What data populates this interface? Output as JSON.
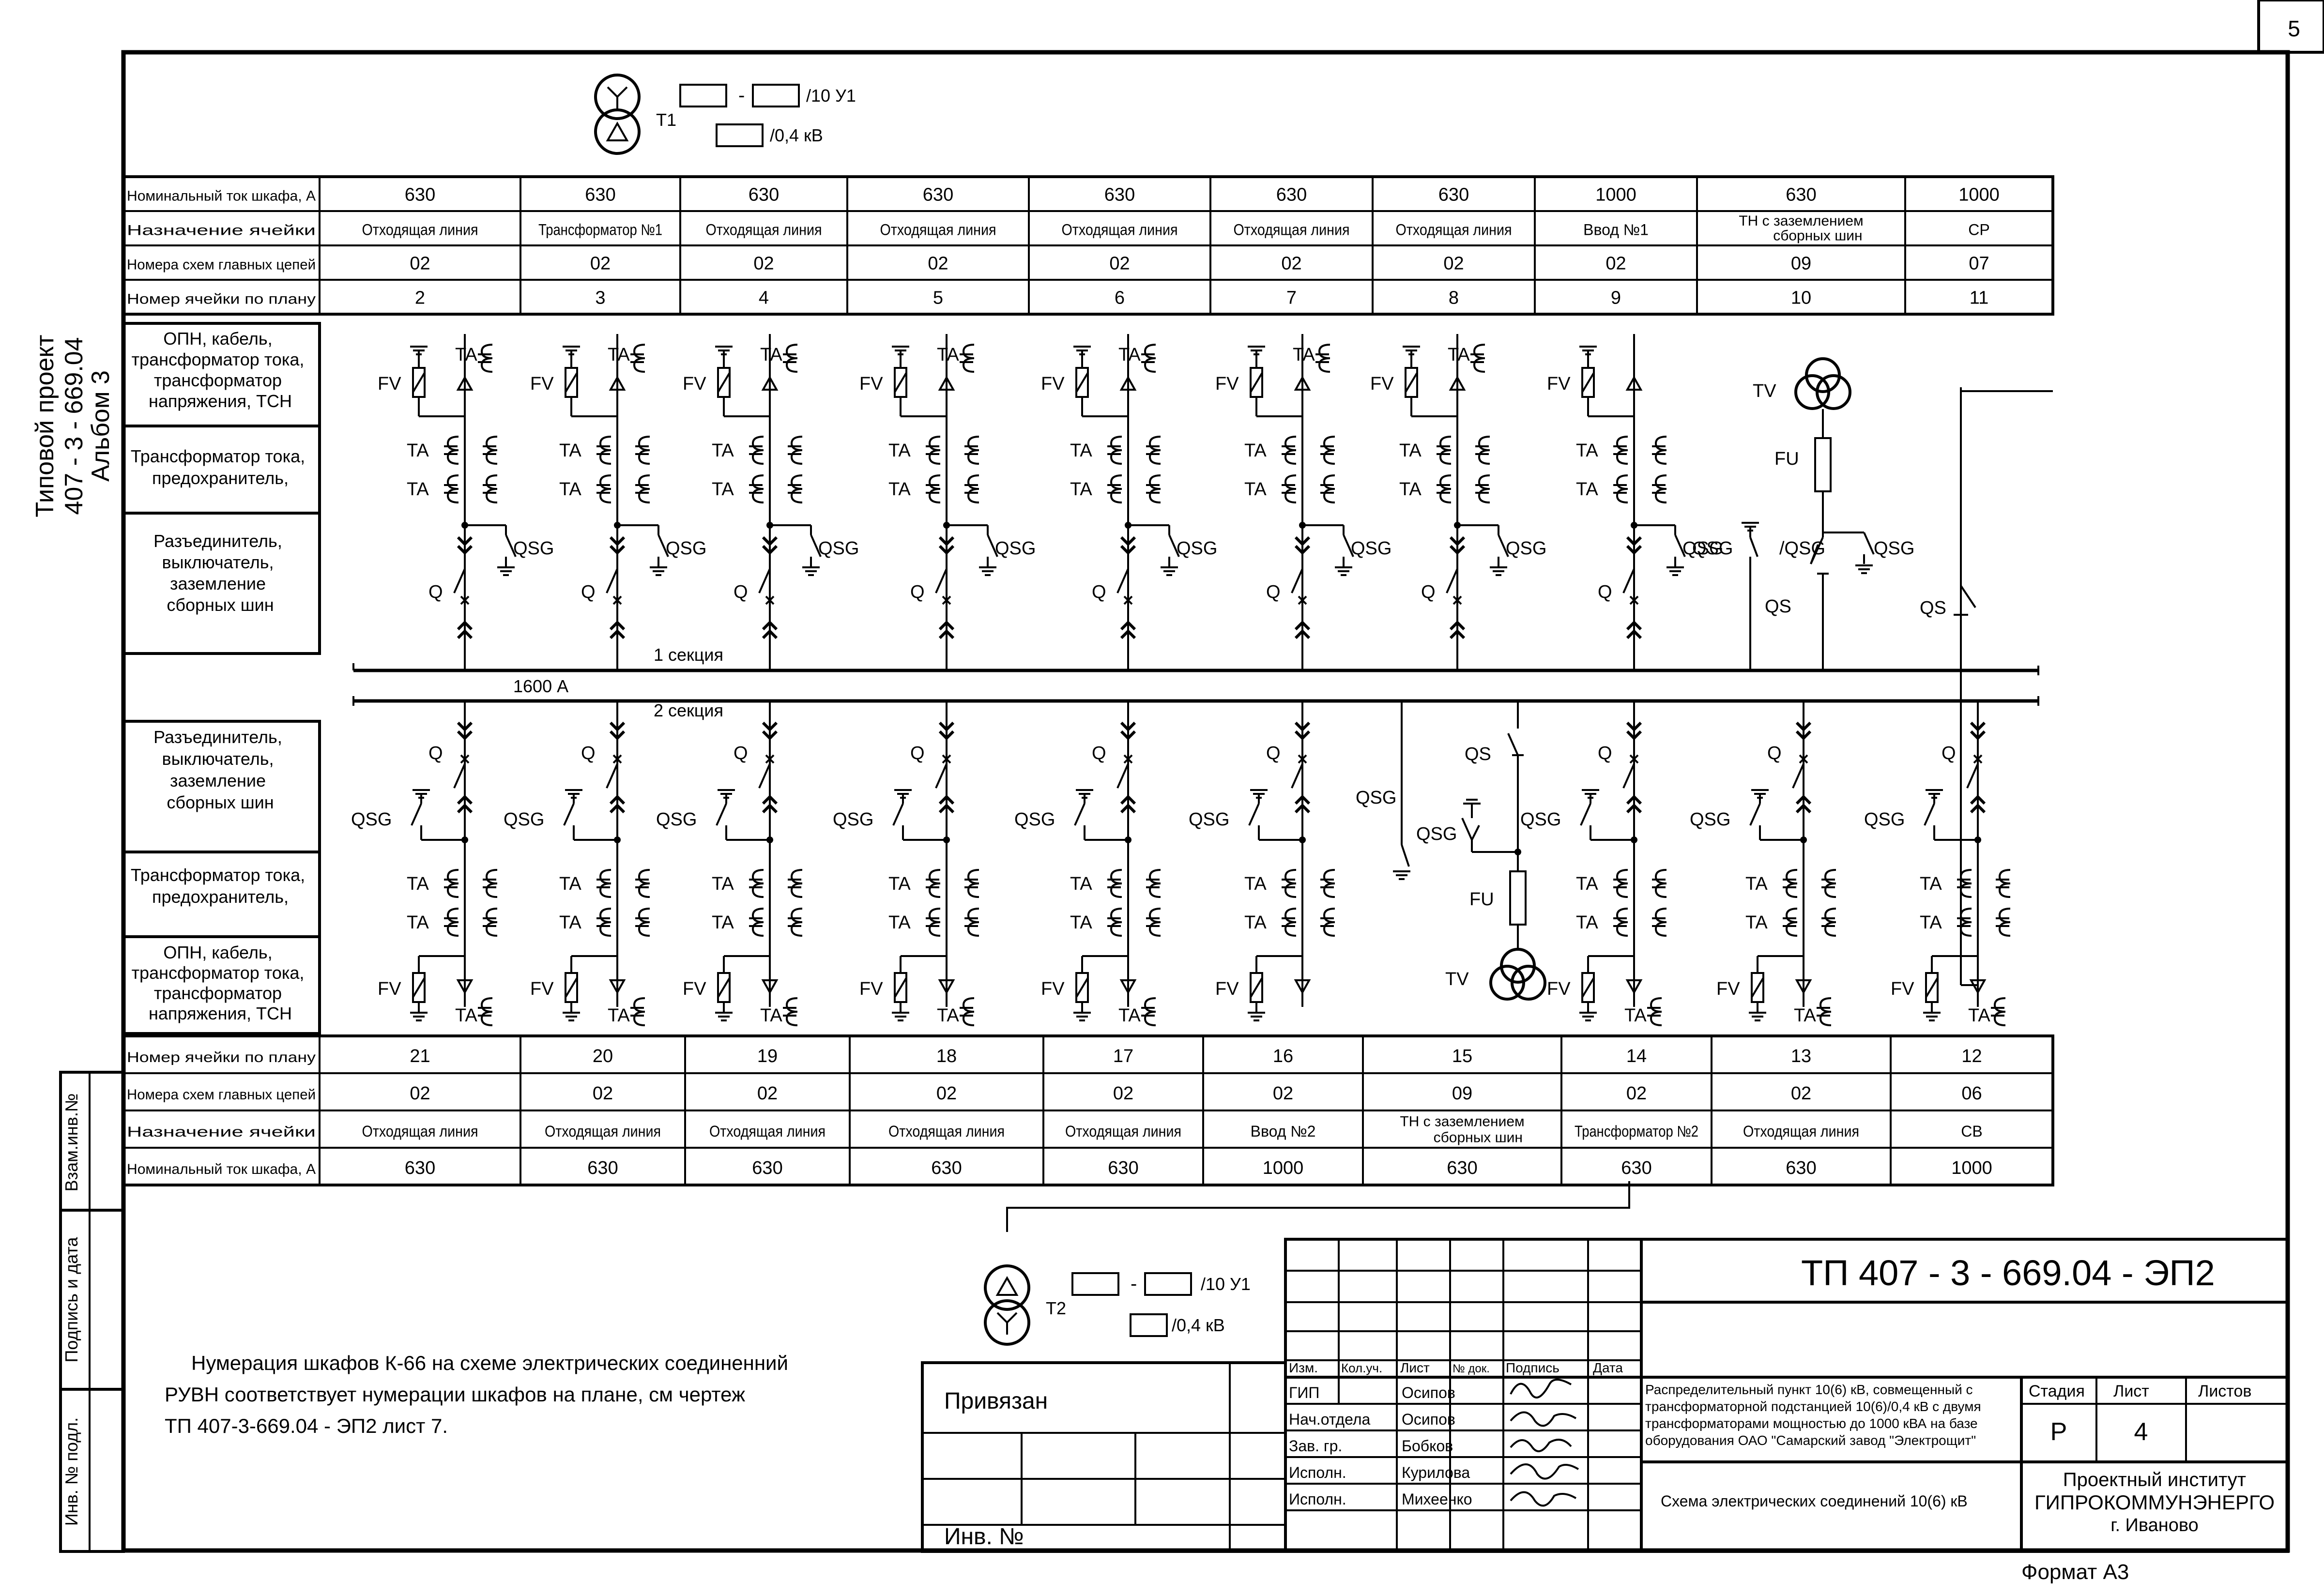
{
  "sheet": {
    "page_number": "5",
    "format": "Формат А3",
    "vertical_project_label": "Типовой проект",
    "vertical_project_code": "407 - 3 - 669.04",
    "vertical_album": "Альбом 3"
  },
  "left_stamp": {
    "vzam": "Взам.инв.№",
    "podpis": "Подпись и дата",
    "inv": "Инв. № подл."
  },
  "transformers": {
    "t1": {
      "name": "T1",
      "hv": "/10 У1",
      "lv": "/0,4 кВ",
      "dash": "-"
    },
    "t2": {
      "name": "T2",
      "hv": "/10 У1",
      "lv": "/0,4 кВ",
      "dash": "-"
    }
  },
  "top_table": {
    "row_labels": [
      "Номинальный ток шкафа, А",
      "Назначение ячейки",
      "Номера схем главных цепей",
      "Номер ячейки по плану"
    ],
    "cells": [
      {
        "current": "630",
        "purpose": "Отходящая линия",
        "scheme": "02",
        "number": "2"
      },
      {
        "current": "630",
        "purpose": "Трансформатор №1",
        "scheme": "02",
        "number": "3"
      },
      {
        "current": "630",
        "purpose": "Отходящая линия",
        "scheme": "02",
        "number": "4"
      },
      {
        "current": "630",
        "purpose": "Отходящая линия",
        "scheme": "02",
        "number": "5"
      },
      {
        "current": "630",
        "purpose": "Отходящая линия",
        "scheme": "02",
        "number": "6"
      },
      {
        "current": "630",
        "purpose": "Отходящая линия",
        "scheme": "02",
        "number": "7"
      },
      {
        "current": "630",
        "purpose": "Отходящая линия",
        "scheme": "02",
        "number": "8"
      },
      {
        "current": "1000",
        "purpose": "Ввод №1",
        "scheme": "02",
        "number": "9"
      },
      {
        "current": "630",
        "purpose": "ТН с заземлением сборных шин",
        "scheme": "09",
        "number": "10"
      },
      {
        "current": "1000",
        "purpose": "СР",
        "scheme": "07",
        "number": "11"
      }
    ]
  },
  "bottom_table": {
    "row_labels": [
      "Номер ячейки по плану",
      "Номера схем главных цепей",
      "Назначение ячейки",
      "Номинальный ток шкафа, А"
    ],
    "cells": [
      {
        "current": "630",
        "purpose": "Отходящая линия",
        "scheme": "02",
        "number": "21"
      },
      {
        "current": "630",
        "purpose": "Отходящая линия",
        "scheme": "02",
        "number": "20"
      },
      {
        "current": "630",
        "purpose": "Отходящая линия",
        "scheme": "02",
        "number": "19"
      },
      {
        "current": "630",
        "purpose": "Отходящая линия",
        "scheme": "02",
        "number": "18"
      },
      {
        "current": "630",
        "purpose": "Отходящая линия",
        "scheme": "02",
        "number": "17"
      },
      {
        "current": "1000",
        "purpose": "Ввод №2",
        "scheme": "02",
        "number": "16"
      },
      {
        "current": "630",
        "purpose": "ТН с заземлением сборных шин",
        "scheme": "09",
        "number": "15"
      },
      {
        "current": "630",
        "purpose": "Трансформатор №2",
        "scheme": "02",
        "number": "14"
      },
      {
        "current": "630",
        "purpose": "Отходящая линия",
        "scheme": "02",
        "number": "13"
      },
      {
        "current": "1000",
        "purpose": "СВ",
        "scheme": "06",
        "number": "12"
      }
    ]
  },
  "section_labels": {
    "top": [
      "ОПН, кабель, трансформатор тока, трансформатор напряжения, ТСН",
      "Трансформатор тока, предохранитель,",
      "Разъединитель, выключатель, заземление сборных шин"
    ],
    "bottom": [
      "Разъединитель, выключатель, заземление сборных шин",
      "Трансформатор тока, предохранитель,",
      "ОПН, кабель, трансформатор тока, трансформатор напряжения, ТСН"
    ]
  },
  "bus": {
    "section1": "1 секция",
    "section2": "2 секция",
    "rating": "1600 А"
  },
  "symbols": {
    "fv": "FV",
    "ta": "TA",
    "q": "Q",
    "qsg": "QSG",
    "qs": "QS",
    "tv": "TV",
    "fu": "FU"
  },
  "note": [
    "Нумерация шкафов К-66 на схеме электрических соединенний",
    "РУВН соответствует нумерации шкафов на плане, см  чертеж",
    "ТП 407-3-669.04 - ЭП2 лист 7."
  ],
  "title_block": {
    "code": "ТП  407 - 3 -  669.04 - ЭП2",
    "privyazan": "Привязан",
    "inv_no": "Инв. №",
    "headers": [
      "Изм.",
      "Кол.уч.",
      "Лист",
      "№ док.",
      "Подпись",
      "Дата"
    ],
    "roles": [
      {
        "role": "ГИП",
        "name": "Осипов"
      },
      {
        "role": "Нач.отдела",
        "name": "Осипов"
      },
      {
        "role": "Зав. гр.",
        "name": "Бобков"
      },
      {
        "role": "Исполн.",
        "name": "Курилова"
      },
      {
        "role": "Исполн.",
        "name": "Михеенко"
      }
    ],
    "description": [
      "Распределительный пункт 10(6) кВ, совмещенный с",
      "трансформаторной подстанцией 10(6)/0,4 кВ с двумя",
      "трансформаторами мощностью до 1000 кВА на базе",
      "оборудования ОАО \"Самарский завод \"Электрощит\""
    ],
    "sheet_name": "Схема электрических соединений 10(6) кВ",
    "stage_label": "Стадия",
    "sheet_label": "Лист",
    "sheets_label": "Листов",
    "stage": "Р",
    "sheet": "4",
    "sheets": "",
    "org": [
      "Проектный институт",
      "ГИПРОКОММУНЭНЕРГО",
      "г. Иваново"
    ]
  }
}
